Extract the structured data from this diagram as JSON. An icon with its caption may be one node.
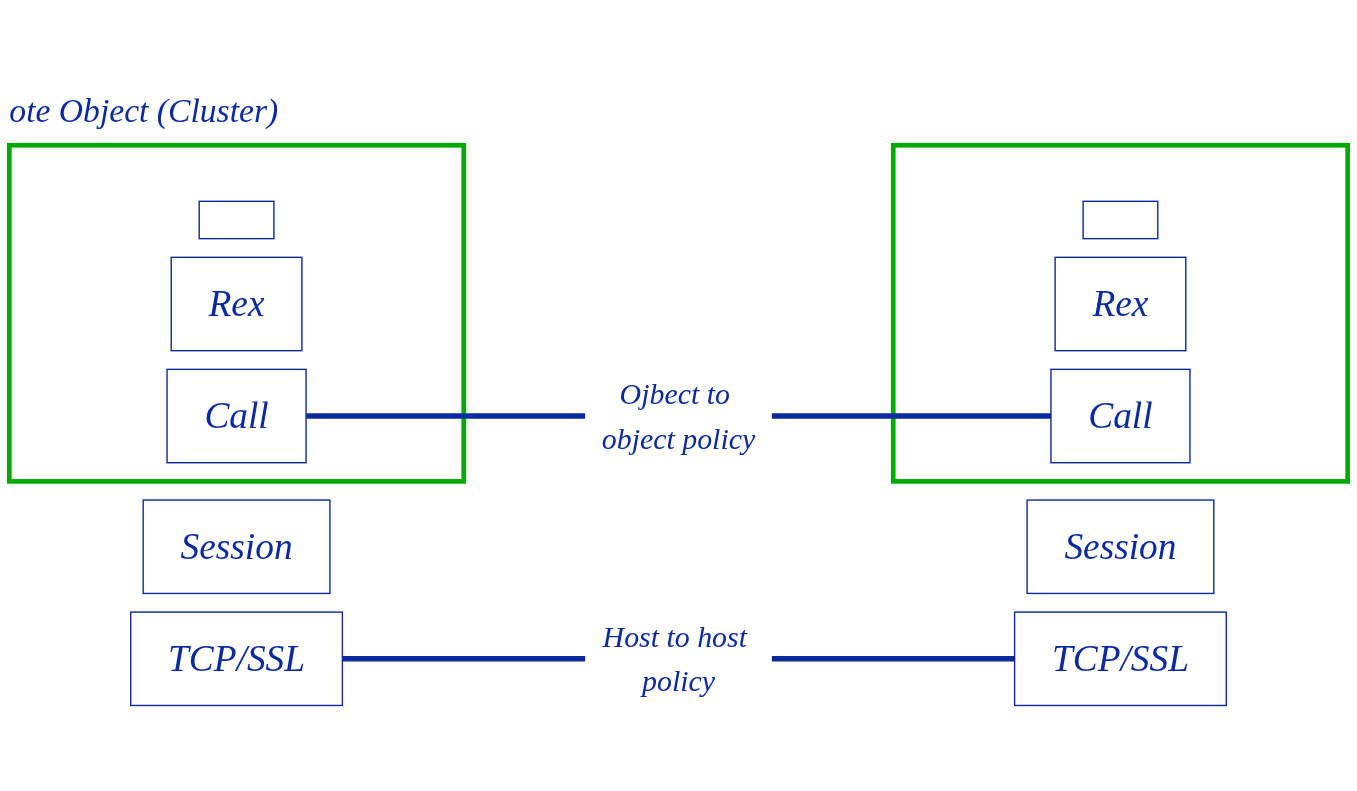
{
  "diagram": {
    "nodes": [
      {
        "text": [
          "ote Object (Cluster)"
        ]
      },
      {
        "text": [],
        "shape": "box",
        "in": 0
      },
      {
        "text": [
          "Rex"
        ],
        "in": 0
      },
      {
        "text": [
          "Call"
        ],
        "in": 0
      },
      {
        "text": [
          "Session"
        ]
      },
      {
        "text": [
          "TCP/SSL"
        ]
      },
      {
        "text": [],
        "shape": "box"
      },
      {
        "text": [],
        "shape": "box",
        "in": 6
      },
      {
        "text": [
          "Rex"
        ],
        "in": 6
      },
      {
        "text": [
          "Call"
        ],
        "in": 6
      },
      {
        "text": [
          "Session"
        ]
      },
      {
        "text": [
          "TCP/SSL"
        ]
      }
    ],
    "edges": [
      {
        "from": 3,
        "to": 9,
        "arrow": "none",
        "label": "Ojbect to object policy"
      },
      {
        "from": 5,
        "to": 11,
        "arrow": "none",
        "label": "Host to host policy"
      }
    ]
  }
}
